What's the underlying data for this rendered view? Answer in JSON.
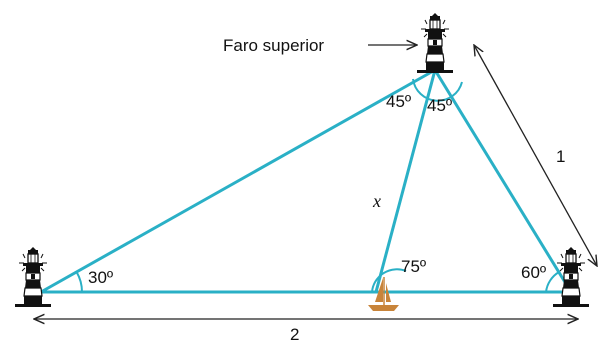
{
  "colors": {
    "triangle": "#2ab0c6",
    "arrow": "#222222",
    "lighthouse_dark": "#111111",
    "lighthouse_light": "#ffffff",
    "boat": "#c8843a",
    "background": "#ffffff"
  },
  "labels": {
    "top_lighthouse": "Faro superior",
    "angle_left": "30º",
    "angle_top_left": "45º",
    "angle_top_right": "45º",
    "angle_boat": "75º",
    "angle_right": "60º",
    "segment_x": "x",
    "distance_right": "1",
    "distance_base": "2"
  },
  "icons": [
    "lighthouse-icon",
    "sailboat-icon"
  ]
}
